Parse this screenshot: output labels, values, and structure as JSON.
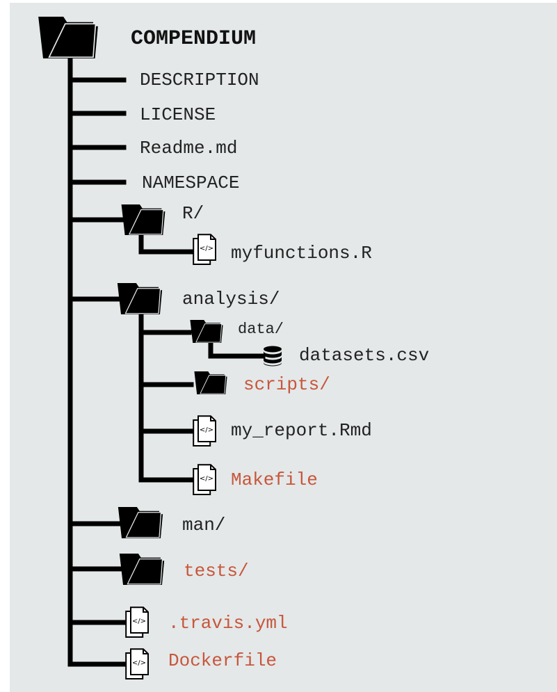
{
  "colors": {
    "background": "#e4e8e9",
    "line": "#000000",
    "text_default": "#222222",
    "text_highlight": "#c8563b"
  },
  "tree": {
    "root": "COMPENDIUM",
    "items": {
      "description": "DESCRIPTION",
      "license": "LICENSE",
      "readme": "Readme.md",
      "namespace": "NAMESPACE",
      "r_dir": "R/",
      "myfunctions": "myfunctions.R",
      "analysis_dir": "analysis/",
      "data_dir": "data/",
      "datasets": "datasets.csv",
      "scripts_dir": "scripts/",
      "my_report": "my_report.Rmd",
      "makefile": "Makefile",
      "man_dir": "man/",
      "tests_dir": "tests/",
      "travis": ".travis.yml",
      "dockerfile": "Dockerfile"
    },
    "icons": {
      "folder": "folder-icon",
      "code_file": "code-file-icon",
      "database": "database-icon"
    }
  }
}
